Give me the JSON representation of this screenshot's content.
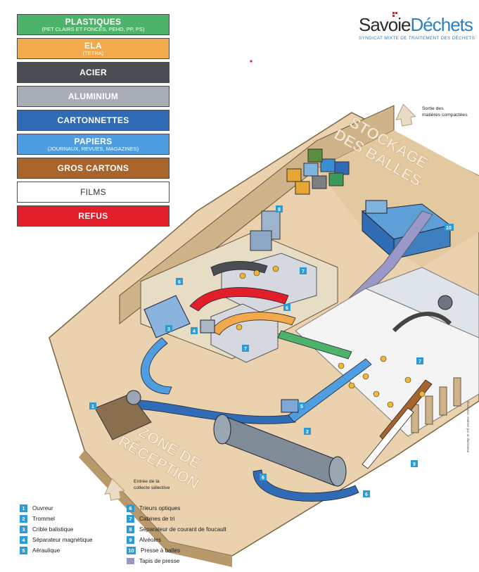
{
  "streams": [
    {
      "name": "PLASTIQUES",
      "sub": "(PET CLAIRS ET FONCÉS, PEHD, PP, PS)",
      "color": "#4db36b"
    },
    {
      "name": "ELA",
      "sub": "(TETRA)",
      "color": "#f2a94b"
    },
    {
      "name": "ACIER",
      "sub": "",
      "color": "#4a4d52"
    },
    {
      "name": "ALUMINIUM",
      "sub": "",
      "color": "#a9adb6"
    },
    {
      "name": "CARTONNETTES",
      "sub": "",
      "color": "#2f6cb5"
    },
    {
      "name": "PAPIERS",
      "sub": "(JOURNAUX, REVUES, MAGAZINES)",
      "color": "#4e9de0"
    },
    {
      "name": "GROS CARTONS",
      "sub": "",
      "color": "#a8642a"
    },
    {
      "name": "FILMS",
      "sub": "",
      "color": "#ffffff",
      "text_color": "#333333"
    },
    {
      "name": "REFUS",
      "sub": "",
      "color": "#e31e2b"
    }
  ],
  "logo": {
    "word_a": "Savoie",
    "word_b": "Déchets",
    "tagline": "SYNDICAT MIXTE DE TRAITEMENT DES DÉCHETS"
  },
  "zones": {
    "storage_line1": "STOCKAGE",
    "storage_line2": "DES BALLES",
    "reception_line1": "ZONE DE",
    "reception_line2": "RÉCEPTION"
  },
  "notes": {
    "exit_line1": "Sortie des",
    "exit_line2": "matières compactées",
    "entry_line1": "Entrée de la",
    "entry_line2": "collecte sélective"
  },
  "equipment": [
    {
      "num": "1",
      "label": "Ouvreur"
    },
    {
      "num": "2",
      "label": "Trommel"
    },
    {
      "num": "3",
      "label": "Crible balistique"
    },
    {
      "num": "4",
      "label": "Séparateur magnétique"
    },
    {
      "num": "5",
      "label": "Aéraulique"
    },
    {
      "num": "6",
      "label": "Trieurs optiques"
    },
    {
      "num": "7",
      "label": "Cabines de tri"
    },
    {
      "num": "8",
      "label": "Séparateur de courant de foucault"
    },
    {
      "num": "9",
      "label": "Alvéoles"
    },
    {
      "num": "10",
      "label": "Presse à balles"
    }
  ],
  "press_belt": {
    "label": "Tapis de presse",
    "color": "#9a98c9"
  },
  "badge_color": "#2e9bd6",
  "credit": "Illustration réalisée par un illustrateur"
}
